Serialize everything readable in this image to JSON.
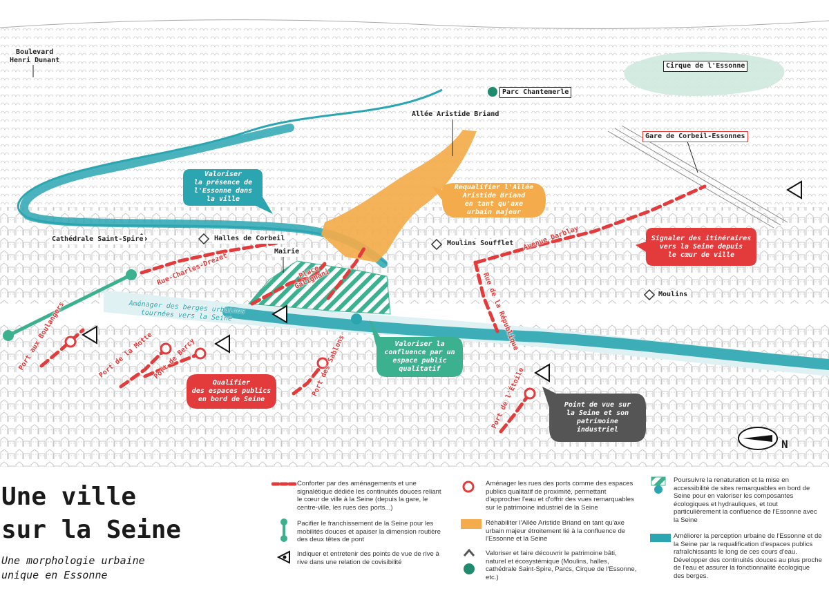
{
  "colors": {
    "red": "#e33b3b",
    "teal": "#2ba6b1",
    "green": "#3bb18f",
    "orange": "#f3ab4b",
    "dark": "#555555",
    "ink": "#222222"
  },
  "places": {
    "boulevard_henri_dunant": "Boulevard\nHenri Dunant",
    "cirque_essonne": "Cirque de l'Essonne",
    "parc_chantemerle": "Parc Chantemerle",
    "allee_aristide_briand": "Allée Aristide Briand",
    "gare_corbeil": "Gare de Corbeil-Essonnes",
    "cathedrale": "Cathédrale Saint-Spire",
    "halles": "Halles de Corbeil",
    "mairie": "Mairie",
    "moulins_soufflet": "Moulins Soufflet",
    "moulins": "Moulins"
  },
  "streets": {
    "rue_charles_drezet": "Rue-Charles-Drezet",
    "place_galignani": "Place\nGalignani",
    "avenue_darblay": "Avenue Darblay",
    "rue_republique": "Rue de la République",
    "port_boulangers": "Port aux Boulangers",
    "port_motte": "Port de la Motte",
    "port_bercy": "Port de Bercy",
    "port_sablons": "Port des Sablons",
    "port_etoile": "Port de l'Étoile"
  },
  "callouts": {
    "valoriser_essonne": "Valoriser\nla présence de\nl'Essonne dans\nla ville",
    "requalifier_allee": "Requalifier l'Allée\nAristide Briand\nen tant qu'axe\nurbain majeur",
    "signaler_itineraires": "Signaler des itinéraires\nvers la Seine depuis\nle cœur de ville",
    "amenager_berges": "Aménager des berges urbaines\ntournées vers la Seine",
    "valoriser_confluence": "Valoriser la\nconfluence par un\nespace public\nqualitatif",
    "qualifier_espaces": "Qualifier\ndes espaces publics\nen bord de Seine",
    "point_de_vue": "Point de vue sur\nla Seine et son\npatrimoine\nindustriel"
  },
  "compass": {
    "north": "N"
  },
  "title": "Une ville\nsur la Seine",
  "subtitle": "Une morphologie urbaine\nunique en Essonne",
  "legend": [
    {
      "icon": "red-dashed-line",
      "text": "Conforter par des aménagements et une signalétique dédiée les continuités douces reliant le cœur de ville à la Seine (depuis la gare, le centre-ville, les rues des ports...)"
    },
    {
      "icon": "green-bridge-symbol",
      "text": "Pacifier le franchissement de la Seine pour les mobilités douces et apaiser la dimension routière des deux têtes de pont"
    },
    {
      "icon": "viewpoint-eye-icon",
      "text": "Indiquer et entretenir des points de vue de rive à rive dans une relation de covisibilité"
    },
    {
      "icon": "red-star-icon",
      "text": "Aménager les rues des ports comme des espaces publics qualitatif de proximité, permettant d'approcher l'eau et d'offrir des vues remarquables sur le patrimoine industriel de la Seine"
    },
    {
      "icon": "orange-area",
      "text": "Réhabiliter l'Allée Aristide Briand en tant qu'axe urbain majeur étroitement lié à la confluence de l'Essonne et la Seine"
    },
    {
      "icon": "heritage-park-icons",
      "text": "Valoriser et faire découvrir le patrimoine bâti, naturel et écosystémique (Moulins, halles, cathédrale Saint-Spire, Parcs, Cirque de l'Essonne, etc.)"
    },
    {
      "icon": "green-hatch-icon",
      "text": "Poursuivre la renaturation et la mise en accessibilité de sites remarquables en bord de Seine pour en valoriser les composantes écologiques et hydrauliques, et tout particulièrement la confluence de l'Essonne avec la Seine"
    },
    {
      "icon": "teal-bar",
      "text": "Améliorer la perception urbaine de l'Essonne et de la Seine par la requalification d'espaces publics rafraîchissants le long de ces cours d'eau. Développer des continuités douces au plus proche de l'eau et assurer la fonctionnalité écologique des berges."
    }
  ]
}
